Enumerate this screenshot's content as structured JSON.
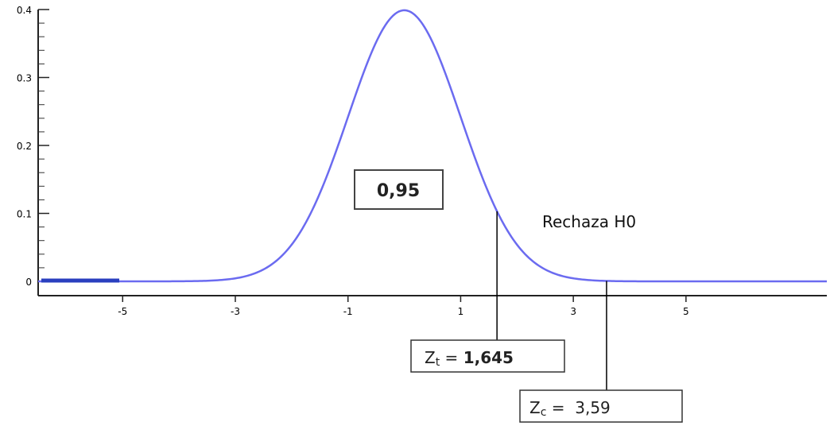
{
  "chart_data": {
    "type": "line",
    "title": "",
    "xlabel": "",
    "ylabel": "",
    "xlim": [
      -6.5,
      7.5
    ],
    "ylim": [
      0,
      0.4
    ],
    "grid": false,
    "x_ticks": [
      "-5",
      "-3",
      "-1",
      "1",
      "3",
      "5"
    ],
    "y_ticks": [
      "0",
      "0.1",
      "0.2",
      "0.3",
      "0.4"
    ],
    "series": [
      {
        "function": "standard normal density",
        "color": "#6b6bf0",
        "x": [
          -6.5,
          -4,
          -3,
          -2.5,
          -2,
          -1.5,
          -1,
          -0.5,
          0,
          0.5,
          1,
          1.5,
          2,
          2.5,
          3,
          4,
          7.5
        ],
        "y": [
          0.0,
          0.0001,
          0.0044,
          0.0175,
          0.054,
          0.1295,
          0.242,
          0.3521,
          0.3989,
          0.3521,
          0.242,
          0.1295,
          0.054,
          0.0175,
          0.0044,
          0.0001,
          0.0
        ]
      }
    ],
    "annotations": {
      "area": {
        "label": "0,95"
      },
      "reject": {
        "label": "Rechaza H0"
      },
      "zt": {
        "symbol": "Z",
        "sub": "t",
        "eq": " = ",
        "value": "1,645",
        "x": 1.645
      },
      "zc": {
        "symbol": "Z",
        "sub": "c",
        "eq": " =  ",
        "value": "3,59",
        "x": 3.59
      }
    }
  }
}
